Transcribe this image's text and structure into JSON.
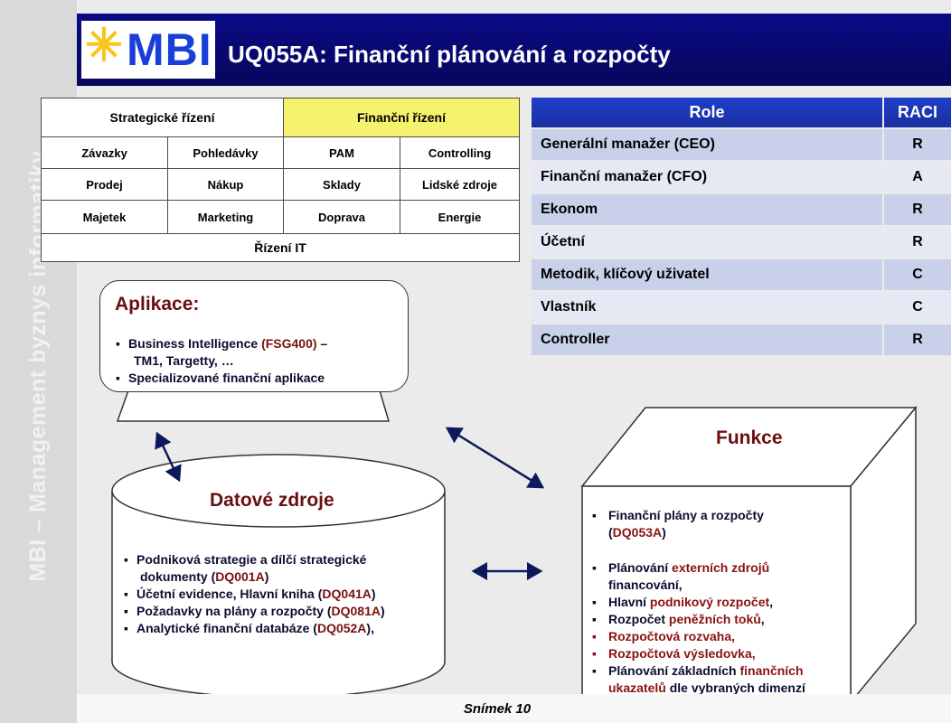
{
  "sidebar": {
    "text": "MBI – Management byznys informatiky"
  },
  "header": {
    "logo_text": "MBI",
    "logo_star": "✳",
    "title": "UQ055A: Finanční plánování a rozpočty"
  },
  "grid": {
    "strategic": "Strategické řízení",
    "financial": "Finanční řízení",
    "cells": [
      "Závazky",
      "Pohledávky",
      "PAM",
      "Controlling",
      "Prodej",
      "Nákup",
      "Sklady",
      "Lidské zdroje",
      "Majetek",
      "Marketing",
      "Doprava",
      "Energie"
    ],
    "it": "Řízení IT",
    "highlight_color": "#f5f26e"
  },
  "raci": {
    "header_role": "Role",
    "header_raci": "RACI",
    "rows": [
      {
        "role": "Generální manažer (CEO)",
        "raci": "R"
      },
      {
        "role": "Finanční manažer (CFO)",
        "raci": "A"
      },
      {
        "role": "Ekonom",
        "raci": "R"
      },
      {
        "role": "Účetní",
        "raci": "R"
      },
      {
        "role": "Metodik, klíčový uživatel",
        "raci": "C"
      },
      {
        "role": "Vlastník",
        "raci": "C"
      },
      {
        "role": "Controller",
        "raci": "R"
      }
    ]
  },
  "applications": {
    "title": "Aplikace:",
    "b1_a": "Business Intelligence ",
    "b1_b": "(FSG400)",
    "b1_c": " –",
    "b1_d": "TM1, Targetty, …",
    "b2": "Specializované finanční aplikace"
  },
  "data_sources": {
    "title": "Datové zdroje",
    "i1_a": "Podniková strategie a dílčí strategické",
    "i1_b": "dokumenty (",
    "i1_c": "DQ001A",
    "i1_d": ")",
    "i2_a": "Účetní evidence, Hlavní kniha (",
    "i2_b": "DQ041A",
    "i2_c": ")",
    "i3_a": "Požadavky na plány a rozpočty (",
    "i3_b": "DQ081A",
    "i3_c": ")",
    "i4_a": "Analytické finanční databáze (",
    "i4_b": "DQ052A",
    "i4_c": "),"
  },
  "functions": {
    "title": "Funkce",
    "f1_a": "Finanční plány a rozpočty",
    "f1_b": "(",
    "f1_c": "DQ053A",
    "f1_d": ")",
    "f2_a": "Plánování ",
    "f2_b": "externích zdrojů",
    "f2_c": "financování,",
    "f3_a": "Hlavní ",
    "f3_b": "podnikový rozpočet",
    "f3_c": ",",
    "f4_a": "Rozpočet ",
    "f4_b": "peněžních toků",
    "f4_c": ",",
    "f5": "Rozpočtová rozvaha,",
    "f6": "Rozpočtová výsledovka,",
    "f7_a": "Plánování základních ",
    "f7_b": "finančních",
    "f7_c": "ukazatelů",
    "f7_d": " dle vybraných dimenzí"
  },
  "footer": {
    "slide": "Snímek  10"
  }
}
